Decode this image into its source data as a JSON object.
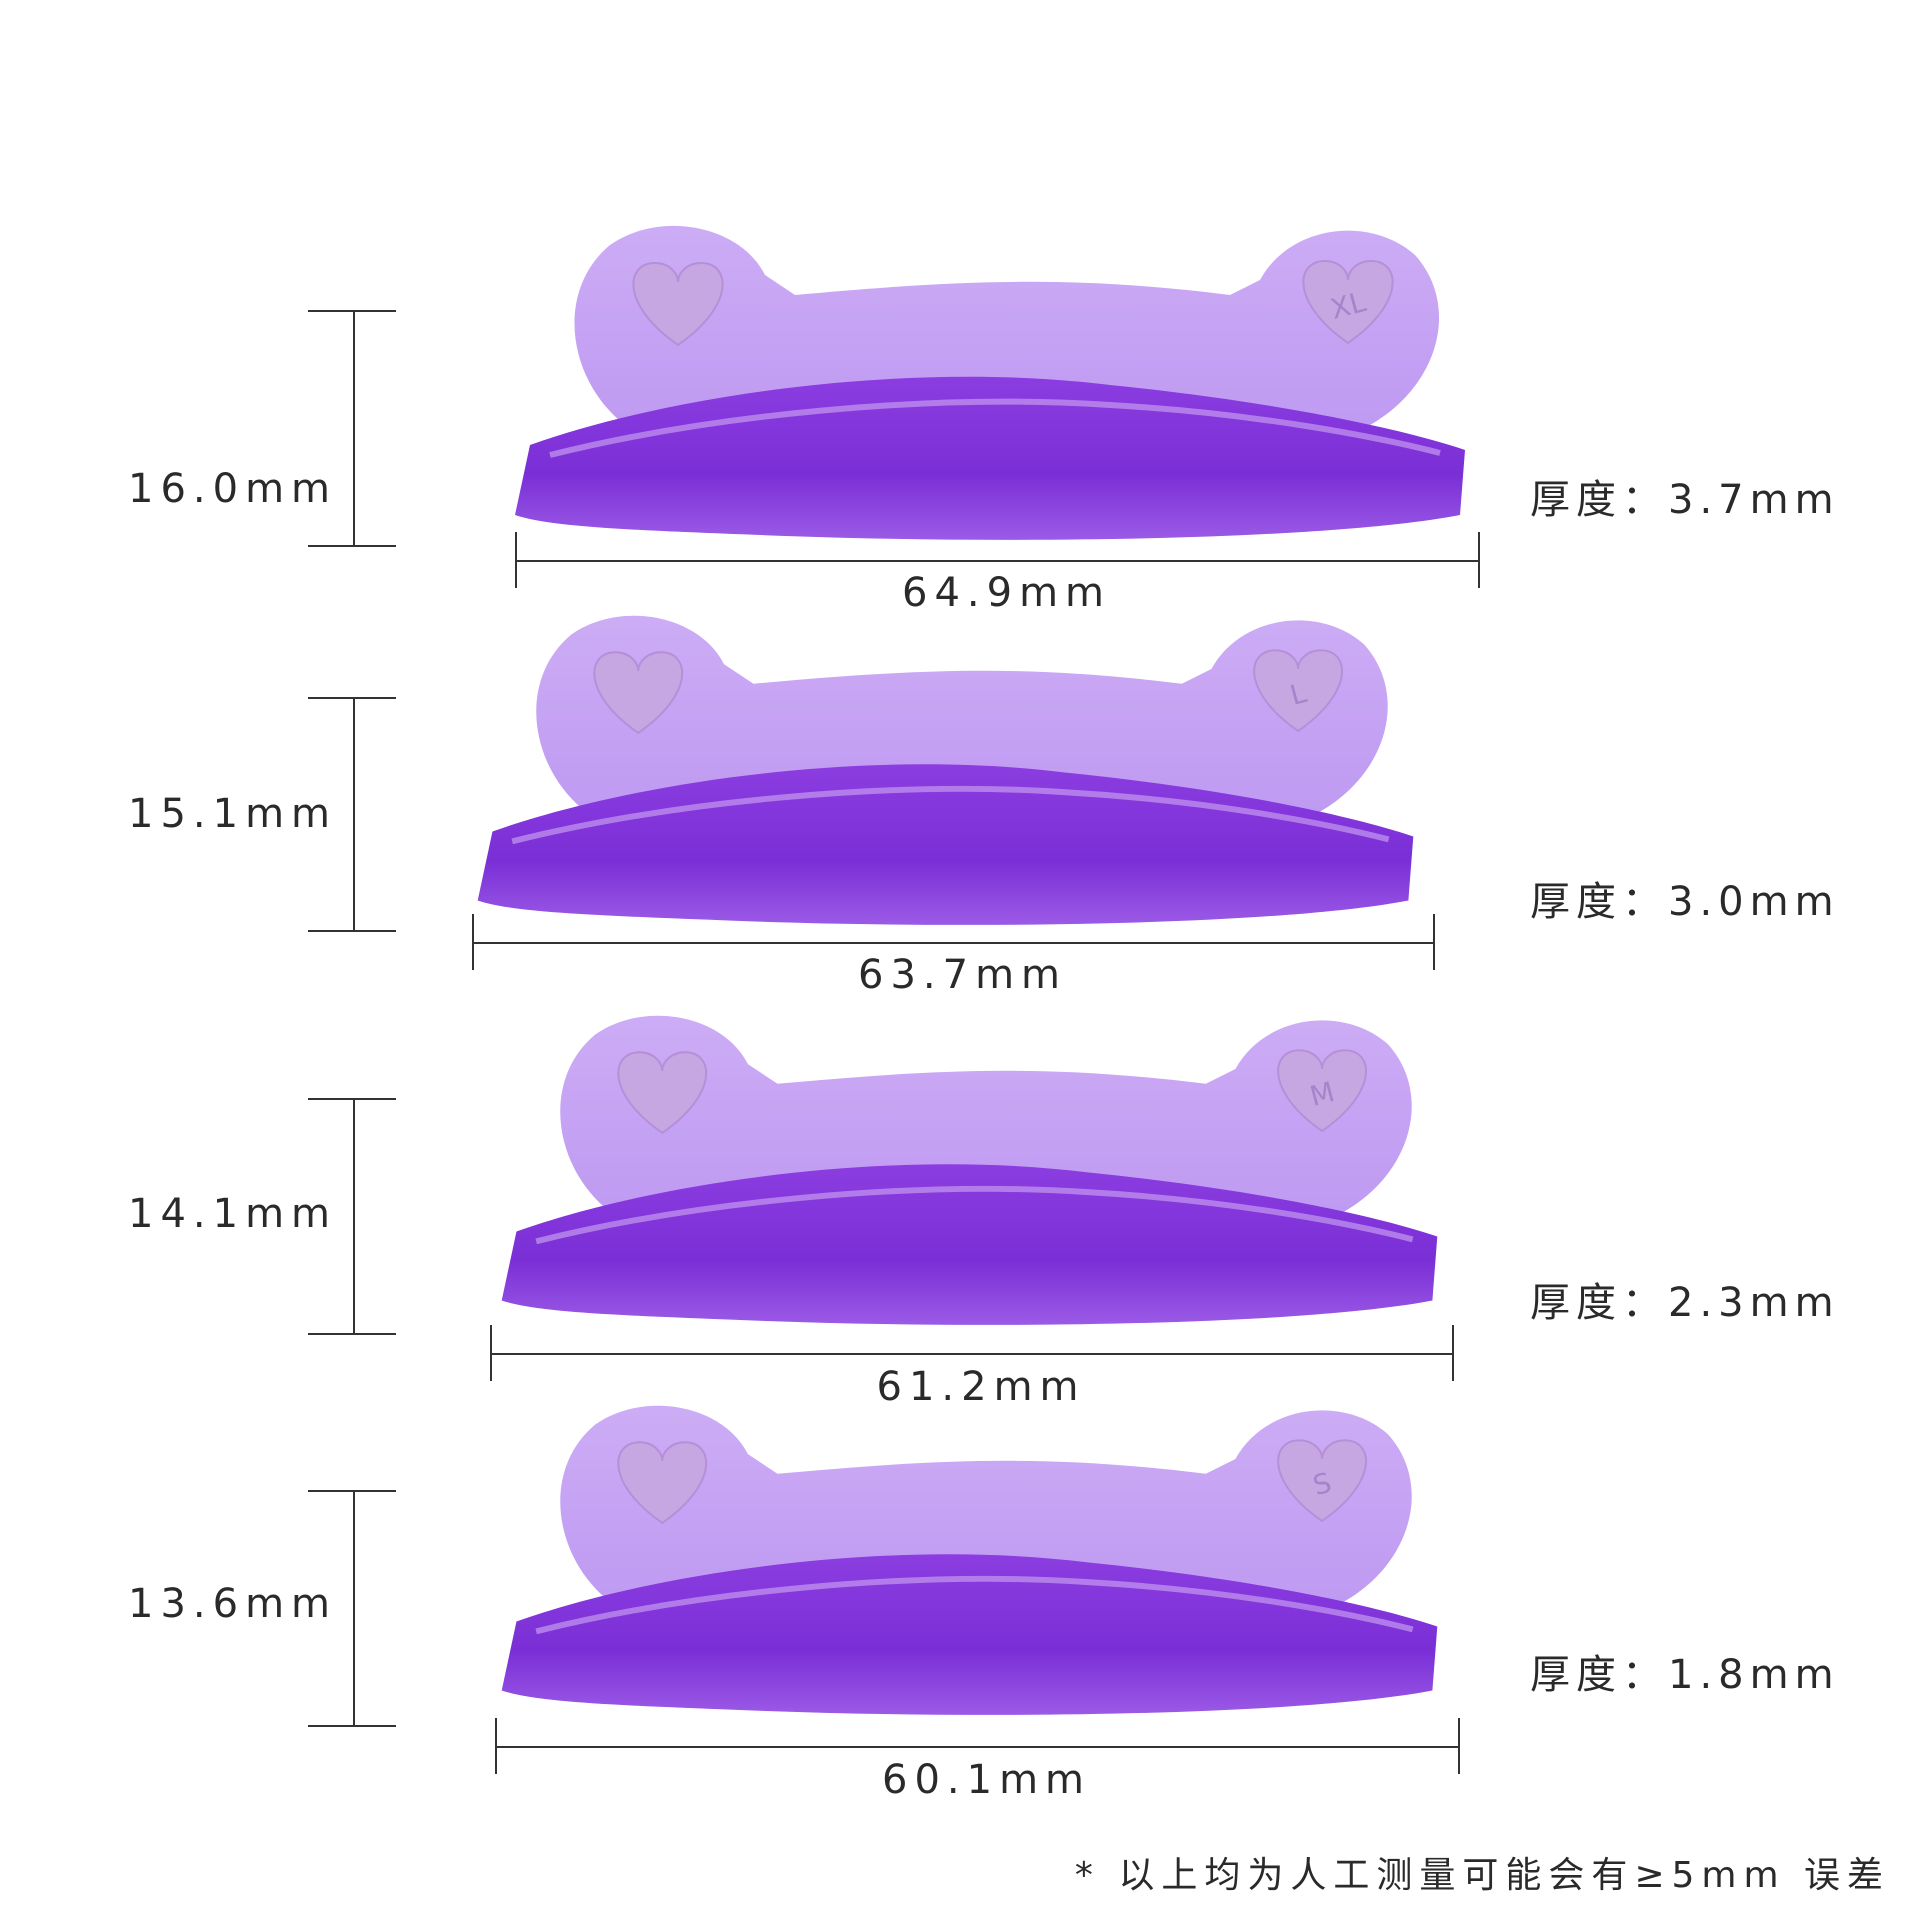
{
  "colors": {
    "pad_light": "#b78ff0",
    "pad_dark": "#7a2fd6",
    "heart": "#c7a7e2",
    "line": "#333333"
  },
  "pads": [
    {
      "size": "XL",
      "height": "16.0mm",
      "width": "64.9mm",
      "thickness": "厚度：3.7mm"
    },
    {
      "size": "L",
      "height": "15.1mm",
      "width": "63.7mm",
      "thickness": "厚度：3.0mm"
    },
    {
      "size": "M",
      "height": "14.1mm",
      "width": "61.2mm",
      "thickness": "厚度：2.3mm"
    },
    {
      "size": "S",
      "height": "13.6mm",
      "width": "60.1mm",
      "thickness": "厚度：1.8mm"
    }
  ],
  "footnote": "* 以上均为人工测量可能会有≥5mm 误差"
}
